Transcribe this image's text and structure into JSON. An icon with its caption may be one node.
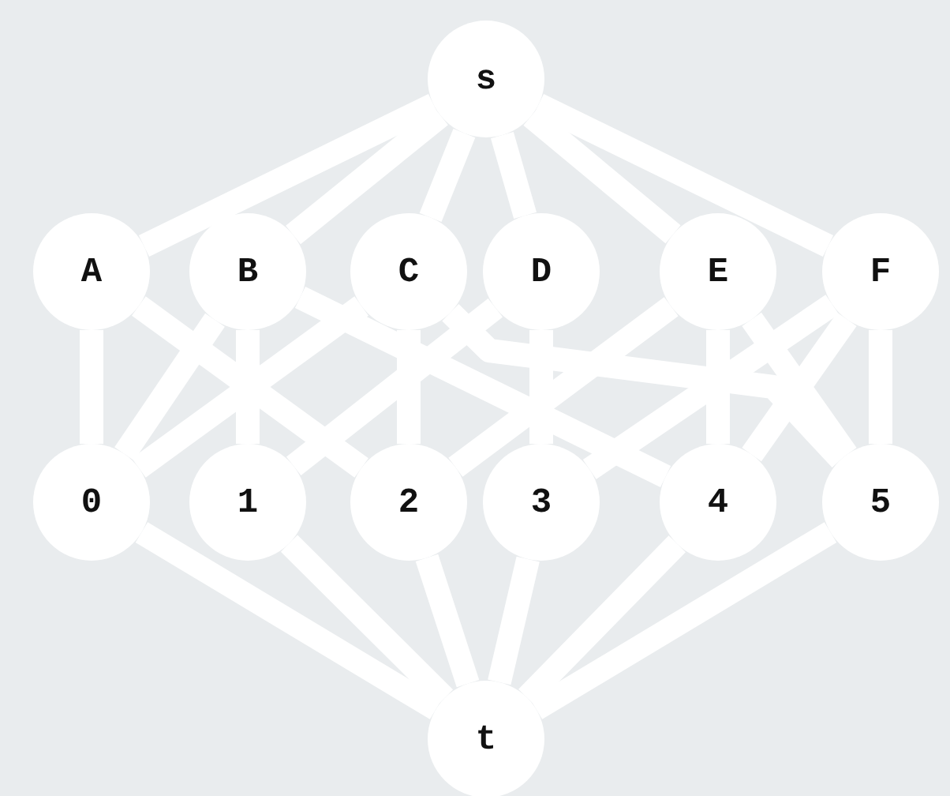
{
  "diagram": {
    "nodes": [
      {
        "text": [
          "s"
        ]
      },
      {
        "text": [
          "A"
        ]
      },
      {
        "text": [
          "B"
        ]
      },
      {
        "text": [
          "C"
        ]
      },
      {
        "text": [
          "D"
        ]
      },
      {
        "text": [
          "E"
        ]
      },
      {
        "text": [
          "F"
        ]
      },
      {
        "text": [
          "0"
        ]
      },
      {
        "text": [
          "1"
        ]
      },
      {
        "text": [
          "2"
        ]
      },
      {
        "text": [
          "3"
        ]
      },
      {
        "text": [
          "4"
        ]
      },
      {
        "text": [
          "5"
        ]
      },
      {
        "text": [
          "t"
        ]
      }
    ],
    "edges": [
      {
        "from": 0,
        "to": 1,
        "arrow": "none"
      },
      {
        "from": 0,
        "to": 2,
        "arrow": "none"
      },
      {
        "from": 0,
        "to": 3,
        "arrow": "none"
      },
      {
        "from": 0,
        "to": 4,
        "arrow": "none"
      },
      {
        "from": 0,
        "to": 5,
        "arrow": "none"
      },
      {
        "from": 0,
        "to": 6,
        "arrow": "none"
      },
      {
        "from": 1,
        "to": 7,
        "arrow": "none"
      },
      {
        "from": 1,
        "to": 9,
        "arrow": "none"
      },
      {
        "from": 2,
        "to": 7,
        "arrow": "none"
      },
      {
        "from": 2,
        "to": 8,
        "arrow": "none"
      },
      {
        "from": 2,
        "to": 11,
        "arrow": "none"
      },
      {
        "from": 3,
        "to": 7,
        "arrow": "none"
      },
      {
        "from": 3,
        "to": 9,
        "arrow": "none"
      },
      {
        "from": 3,
        "to": 12,
        "arrow": "none"
      },
      {
        "from": 4,
        "to": 8,
        "arrow": "none"
      },
      {
        "from": 4,
        "to": 10,
        "arrow": "none"
      },
      {
        "from": 5,
        "to": 9,
        "arrow": "none"
      },
      {
        "from": 5,
        "to": 11,
        "arrow": "none"
      },
      {
        "from": 5,
        "to": 12,
        "arrow": "none"
      },
      {
        "from": 6,
        "to": 10,
        "arrow": "none"
      },
      {
        "from": 6,
        "to": 11,
        "arrow": "none"
      },
      {
        "from": 6,
        "to": 12,
        "arrow": "none"
      },
      {
        "from": 7,
        "to": 13,
        "arrow": "none"
      },
      {
        "from": 8,
        "to": 13,
        "arrow": "none"
      },
      {
        "from": 9,
        "to": 13,
        "arrow": "none"
      },
      {
        "from": 10,
        "to": 13,
        "arrow": "none"
      },
      {
        "from": 11,
        "to": 13,
        "arrow": "none"
      },
      {
        "from": 12,
        "to": 13,
        "arrow": "none"
      }
    ]
  }
}
